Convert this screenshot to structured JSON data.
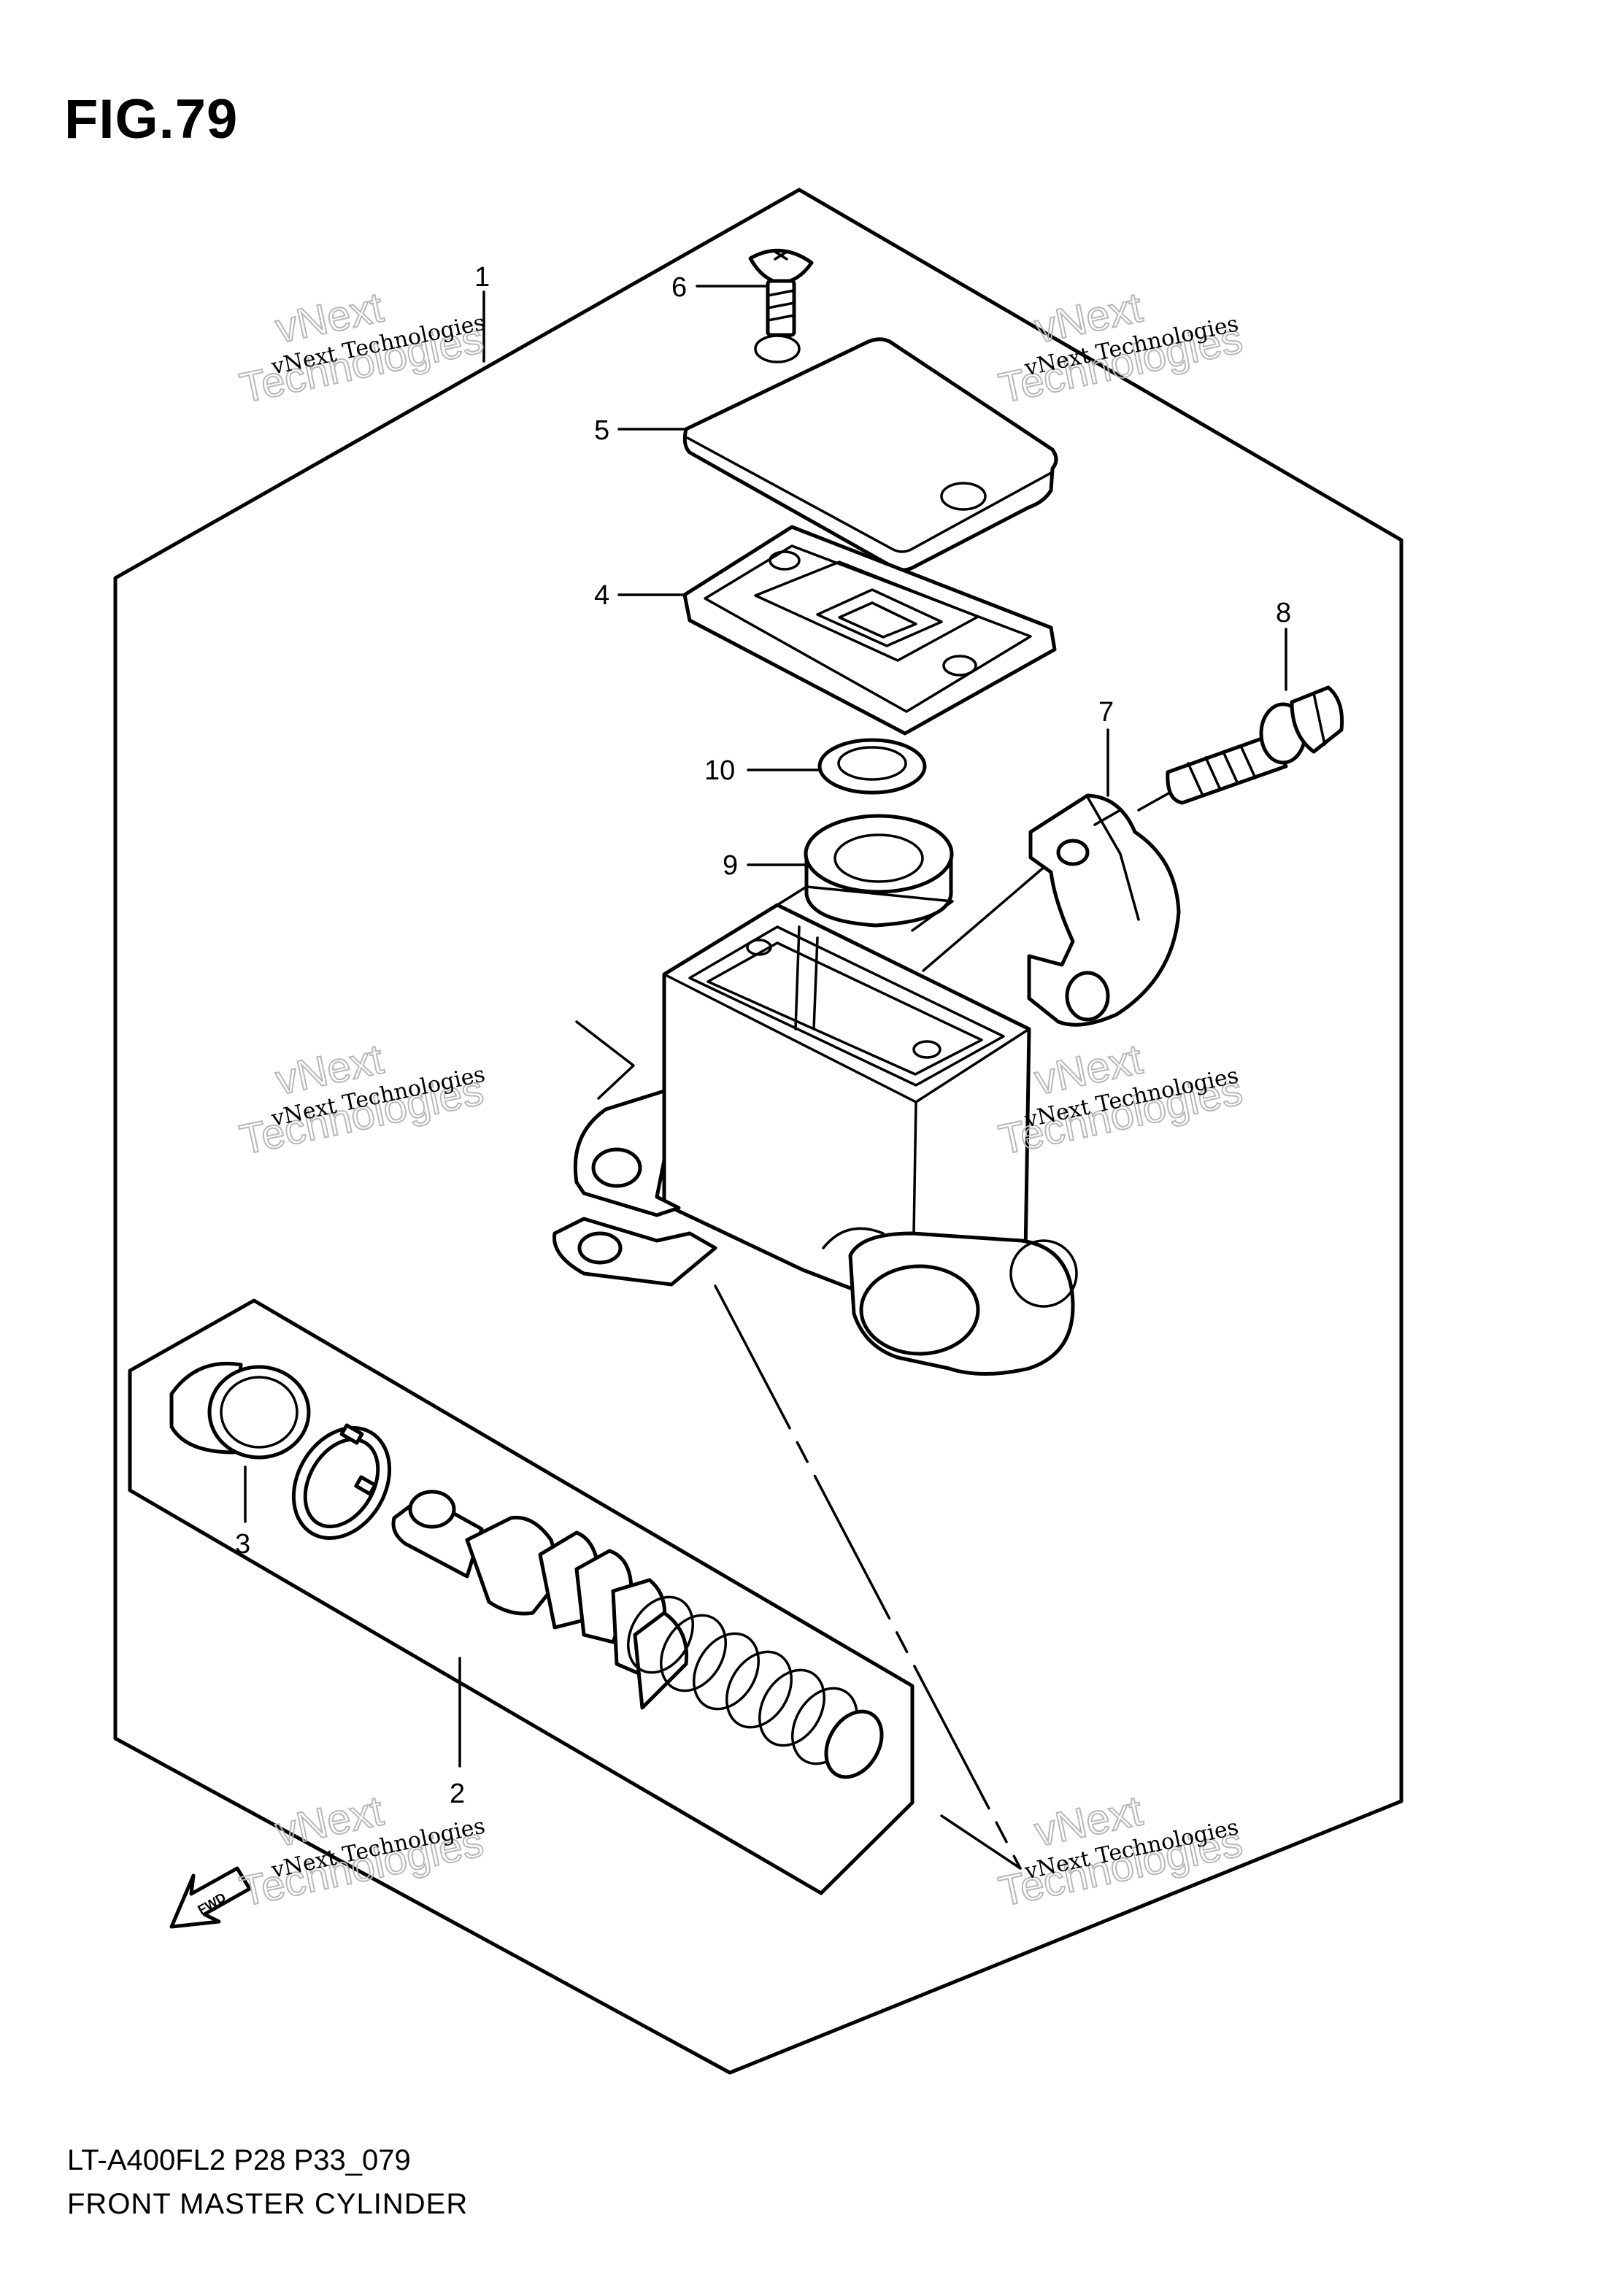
{
  "figure": {
    "title": "FIG.79",
    "model_code": "LT-A400FL2 P28 P33_079",
    "part_name": "FRONT MASTER CYLINDER"
  },
  "callouts": [
    "1",
    "2",
    "3",
    "4",
    "5",
    "6",
    "7",
    "8",
    "9",
    "10"
  ],
  "watermark": {
    "line_small": "vNext Technologies",
    "line_big_1": "vNext",
    "line_big_2": "Technologies"
  },
  "fwd_label": "FWD"
}
